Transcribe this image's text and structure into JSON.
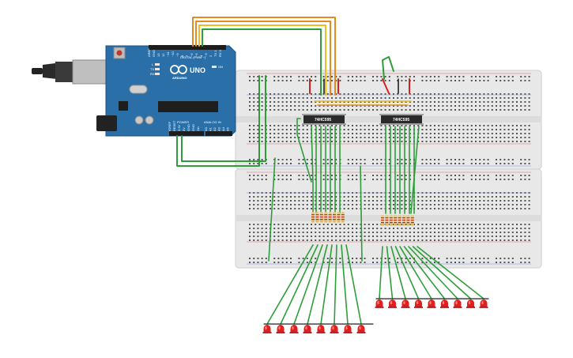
{
  "board": {
    "model": "UNO",
    "brand": "ARDUINO",
    "digital_label": "DIGITAL (PWM ~)",
    "power_label": "POWER",
    "analog_label": "ANALOG IN",
    "led_tx": "TX",
    "led_rx": "RX",
    "led_l": "L",
    "led_on": "ON",
    "digital_pins": [
      "AREF",
      "GND",
      "13",
      "12",
      "~11",
      "~10",
      "~9",
      "8",
      "7",
      "~6",
      "~5",
      "4",
      "~3",
      "2",
      "TX 1",
      "RX 0"
    ],
    "power_pins": [
      "IOREF",
      "RESET",
      "3.3V",
      "5V",
      "GND",
      "GND",
      "Vin"
    ],
    "analog_pins": [
      "A0",
      "A1",
      "A2",
      "A3",
      "A4",
      "A5"
    ]
  },
  "chips": [
    {
      "label": "74HC595"
    },
    {
      "label": "74HC595"
    }
  ],
  "colors": {
    "board": "#2b6fa8",
    "breadboard": "#e6e6e6",
    "wire_green": "#2e9e3a",
    "wire_orange": "#e58a1f",
    "wire_yellow": "#e8c020",
    "wire_red": "#d42020",
    "led": "#e02020",
    "chip": "#2a2a2a"
  }
}
